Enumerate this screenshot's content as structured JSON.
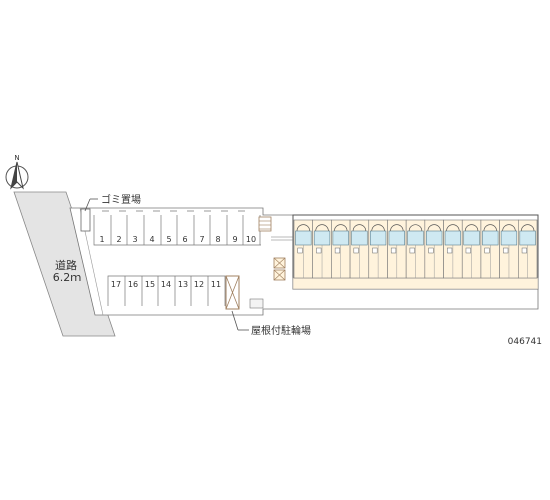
{
  "map": {
    "road_label": "道路",
    "road_width": "6.2ｍ",
    "garbage_label": "ゴミ置場",
    "bicycle_label": "屋根付駐輪場",
    "code": "046741",
    "north_label": "N"
  },
  "parking": {
    "top_row": [
      "1",
      "2",
      "3",
      "4",
      "5",
      "6",
      "7",
      "8",
      "9",
      "10"
    ],
    "bottom_row": [
      "17",
      "16",
      "15",
      "14",
      "13",
      "12",
      "11"
    ]
  },
  "units": {
    "count": 13
  },
  "colors": {
    "road": "#e4e4e4",
    "building": "#ffffff",
    "unit_fill": "#fff3dc",
    "balcony": "#cfe9f2",
    "corridor": "#fff3dc",
    "stair": "#a08060"
  }
}
